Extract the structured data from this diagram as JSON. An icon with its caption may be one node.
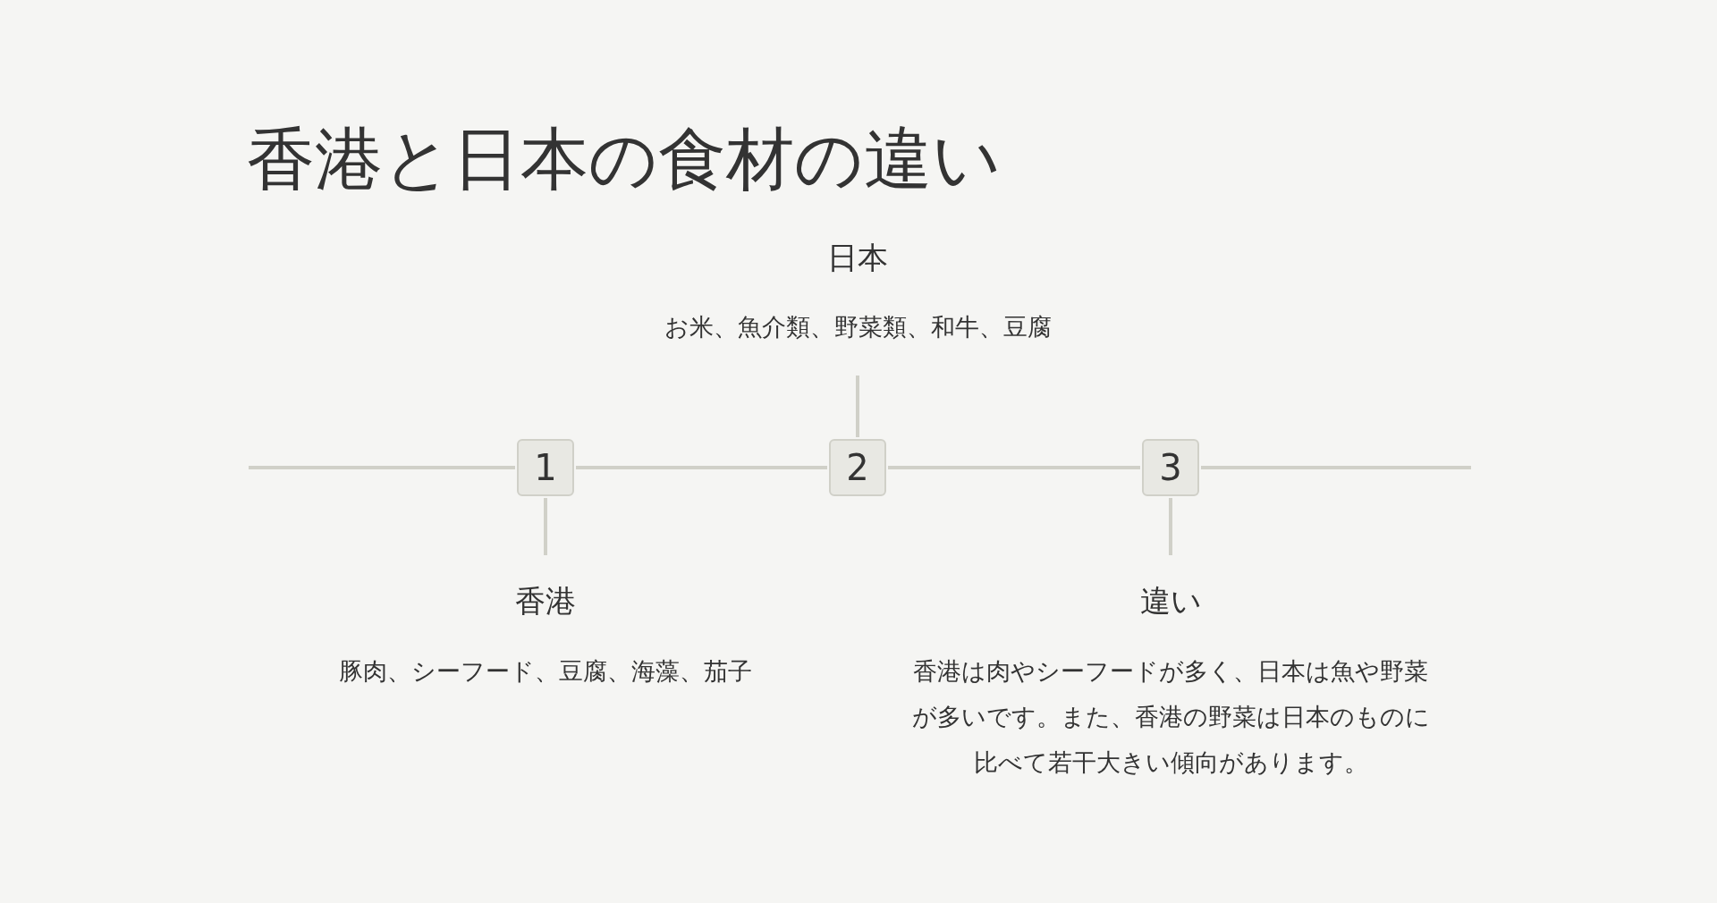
{
  "diagram": {
    "title": "香港と日本の食材の違い",
    "nodes": [
      {
        "text": [
          "1"
        ],
        "beside": [
          "香港",
          "豚肉、シーフード、豆腐、海藻、茄子"
        ]
      },
      {
        "text": [
          "2"
        ],
        "beside": [
          "日本",
          "お米、魚介類、野菜類、和牛、豆腐"
        ]
      },
      {
        "text": [
          "3"
        ],
        "beside": [
          "違い",
          "香港は肉やシーフードが多く、日本は魚や野菜が多いです。また、香港の野菜は日本のものに比べて若干大きい傾向があります。"
        ]
      }
    ],
    "edges": [
      {
        "from": null,
        "to": 0,
        "arrow": "none"
      },
      {
        "from": 0,
        "to": 1,
        "arrow": "none"
      },
      {
        "from": 1,
        "to": 2,
        "arrow": "none"
      },
      {
        "from": 2,
        "to": null,
        "arrow": "none"
      }
    ]
  }
}
